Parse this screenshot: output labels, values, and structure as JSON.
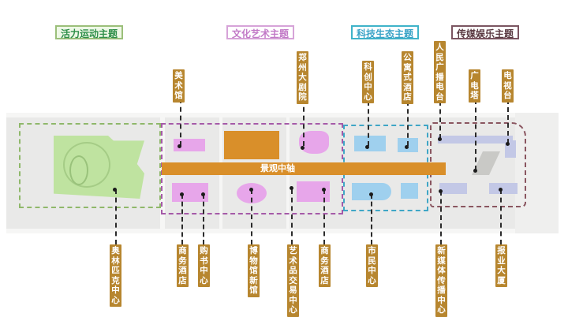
{
  "themes": [
    {
      "id": "sports",
      "label": "活力运动主题",
      "color": "#2f8f4a",
      "border": "#9bbf7a",
      "bg": "#e8f5dd"
    },
    {
      "id": "culture",
      "label": "文化艺术主题",
      "color": "#c27ac7",
      "border": "#d6a3d8",
      "bg": "#ffffff"
    },
    {
      "id": "tech",
      "label": "科技生态主题",
      "color": "#3aa3c7",
      "border": "#3fb3c9",
      "bg": "#ffffff"
    },
    {
      "id": "media",
      "label": "传媒娱乐主题",
      "color": "#5a3a42",
      "border": "#7b5561",
      "bg": "#ffffff"
    }
  ],
  "axis": {
    "label": "景观中轴",
    "color": "#d98f2a"
  },
  "top_labels": [
    {
      "id": "art-museum",
      "label": "美术馆"
    },
    {
      "id": "zhengzhou-grand-theatre",
      "label": "郑州大剧院"
    },
    {
      "id": "innovation-center",
      "label": "科创中心"
    },
    {
      "id": "apartment-hotel",
      "label": "公寓式酒店"
    },
    {
      "id": "peoples-radio",
      "label": "人民广播电台"
    },
    {
      "id": "radio-tower",
      "label": "广电塔"
    },
    {
      "id": "tv-station",
      "label": "电视台"
    }
  ],
  "bottom_labels": [
    {
      "id": "olympic-center",
      "label": "奥林匹克中心"
    },
    {
      "id": "business-hotel-1",
      "label": "商务酒店"
    },
    {
      "id": "book-center",
      "label": "购书中心"
    },
    {
      "id": "museum-new-hall",
      "label": "博物馆新馆"
    },
    {
      "id": "art-trading-center",
      "label": "艺术品交易中心"
    },
    {
      "id": "business-hotel-2",
      "label": "商务酒店"
    },
    {
      "id": "civic-center",
      "label": "市民中心"
    },
    {
      "id": "new-media-center",
      "label": "新媒体传播中心"
    },
    {
      "id": "press-building",
      "label": "报业大厦"
    }
  ],
  "colors": {
    "tag_bg": "#b7862f",
    "sports_fill": "#bfe3a0",
    "culture_fill": "#e7a6ea",
    "tech_fill": "#9fd0ee",
    "media_fill": "#c3c8e6",
    "map_bg": "#e9e9e8"
  }
}
